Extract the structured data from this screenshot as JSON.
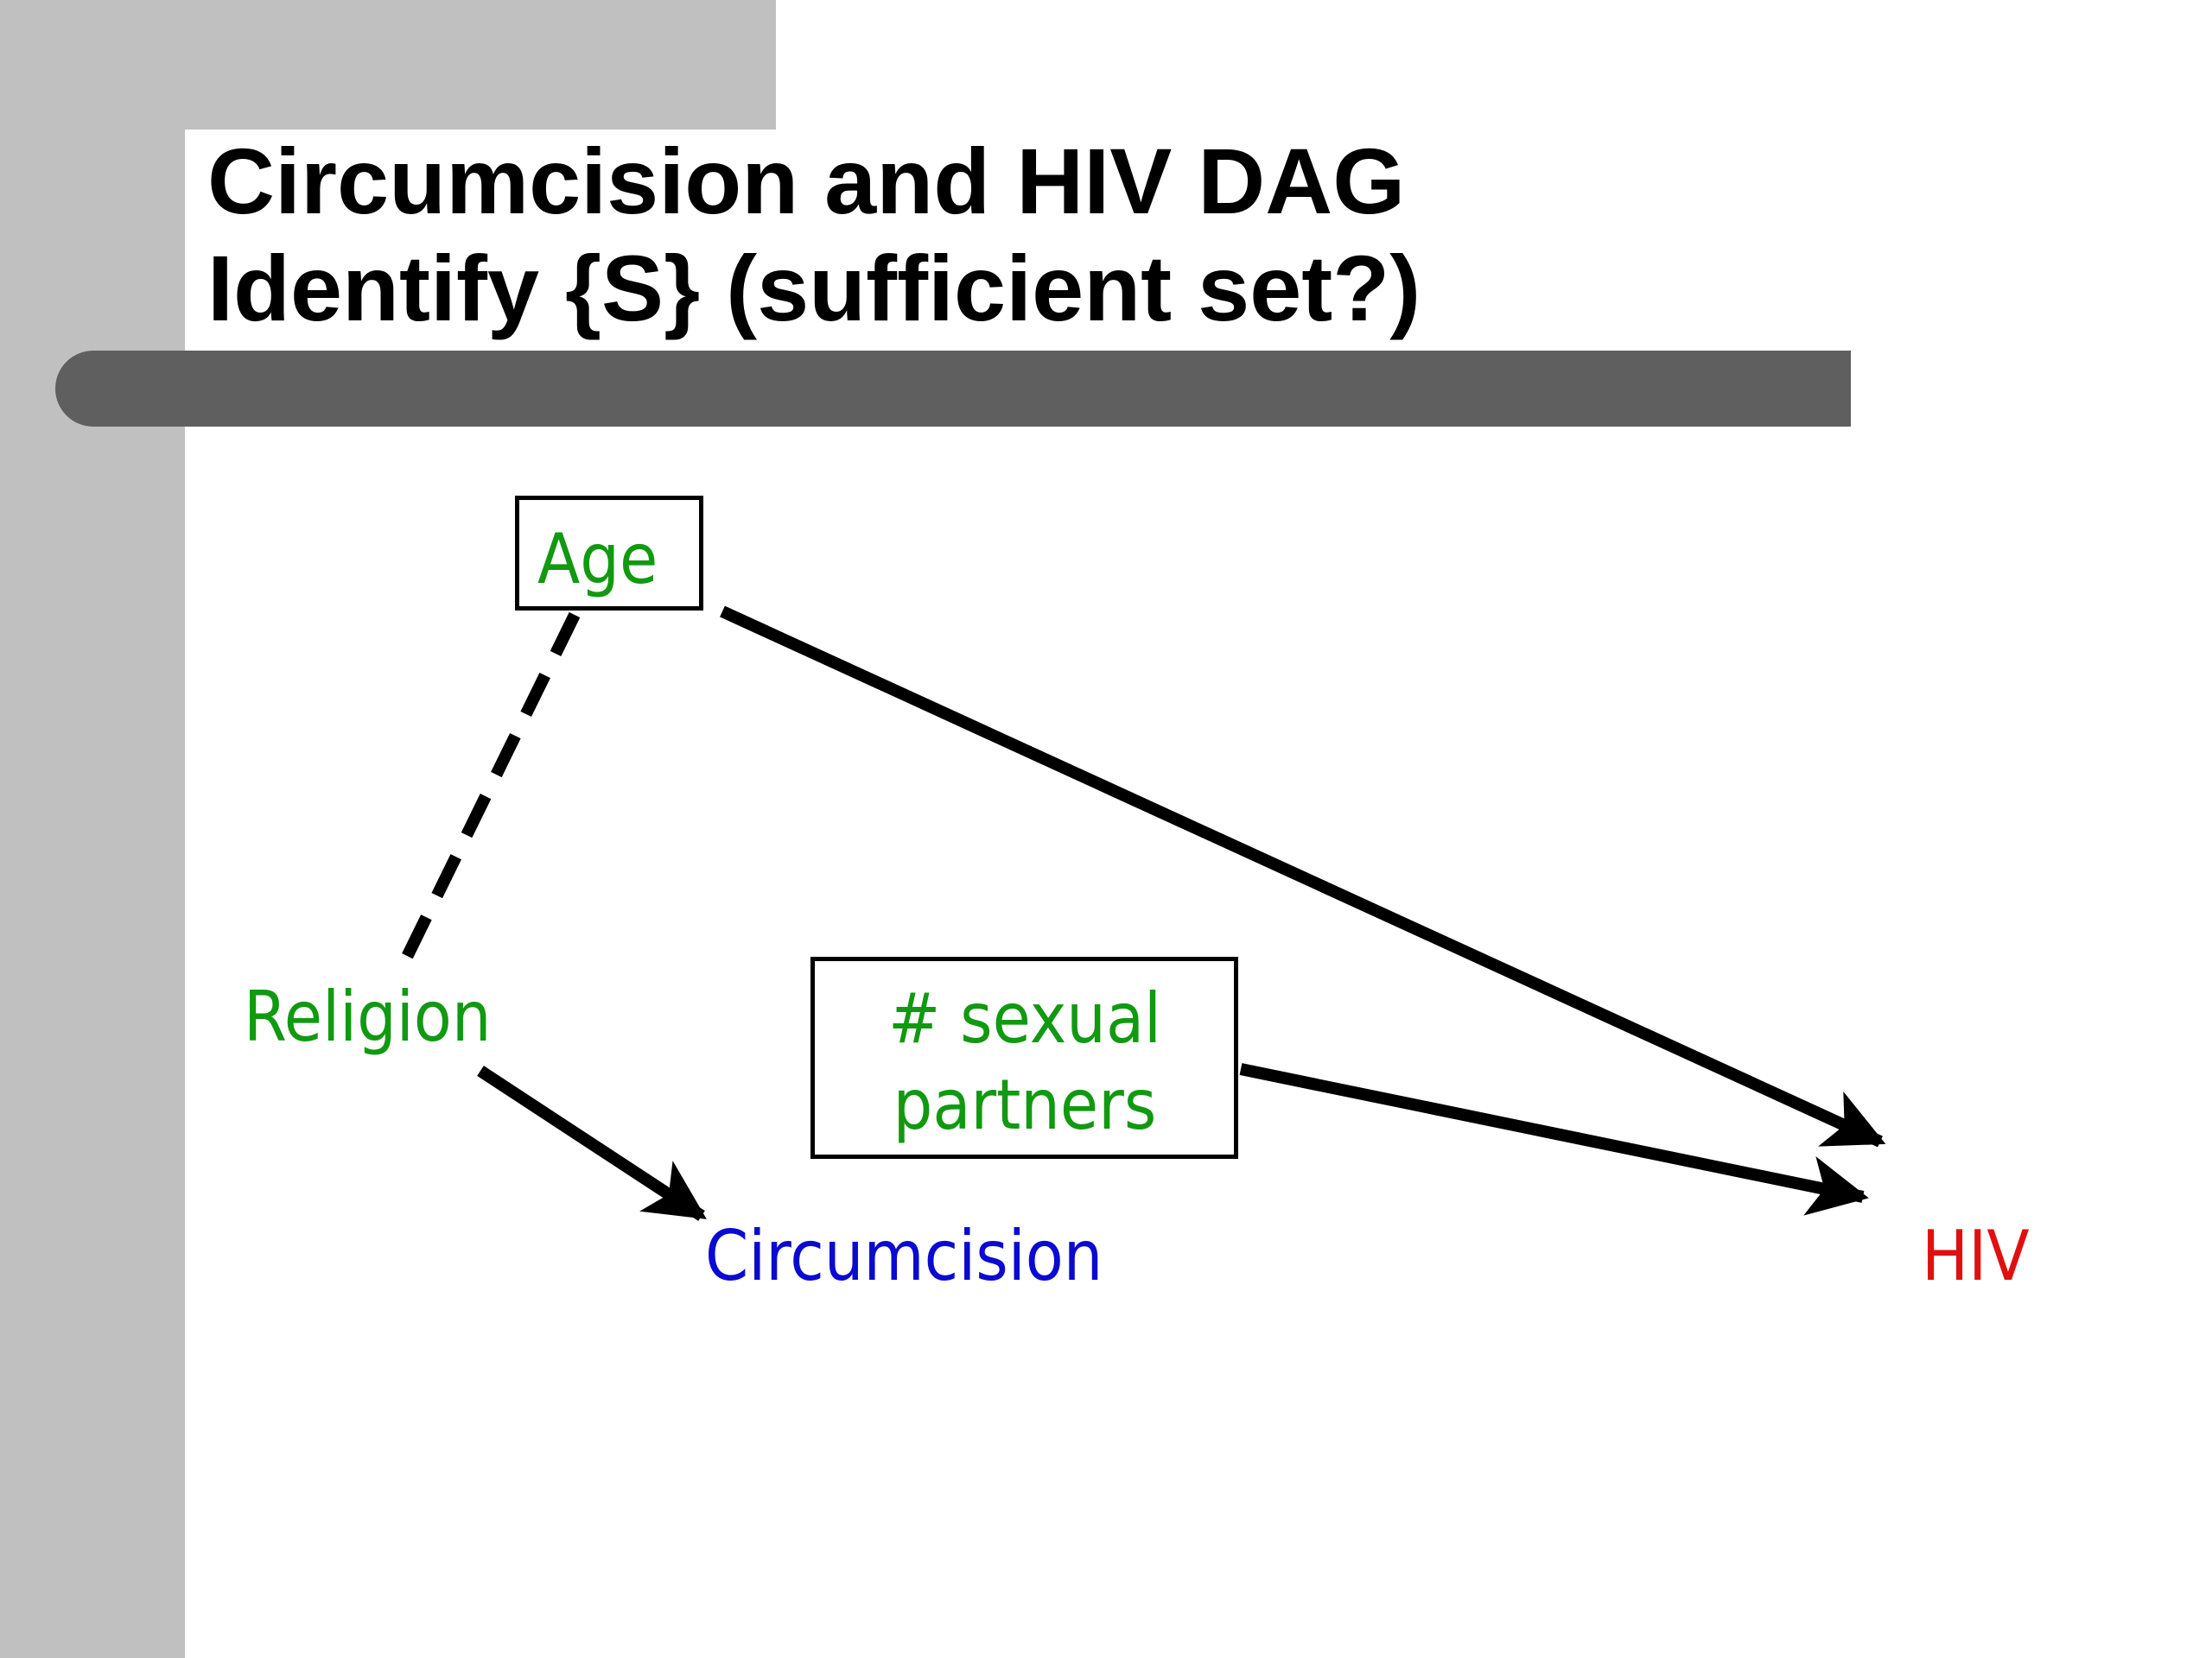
{
  "slide": {
    "title_line1": "Circumcision and HIV DAG",
    "title_line2": "Identify {S} (sufficient set?)"
  },
  "nodes": {
    "age": {
      "label": "Age",
      "color": "#119911",
      "boxed": true
    },
    "sexual_partners": {
      "label_line1": "# sexual",
      "label_line2": "partners",
      "color": "#119911",
      "boxed": true
    },
    "religion": {
      "label": "Religion",
      "color": "#119911",
      "boxed": false
    },
    "circumcision": {
      "label": "Circumcision",
      "color": "#0a0ad0",
      "boxed": false
    },
    "hiv": {
      "label": "HIV",
      "color": "#e01010",
      "boxed": false
    }
  },
  "edges": [
    {
      "from": "age",
      "to": "religion",
      "style": "dashed",
      "directed": false
    },
    {
      "from": "age",
      "to": "hiv",
      "style": "solid",
      "directed": true
    },
    {
      "from": "sexual_partners",
      "to": "hiv",
      "style": "solid",
      "directed": true
    },
    {
      "from": "religion",
      "to": "circumcision",
      "style": "solid",
      "directed": true
    }
  ]
}
